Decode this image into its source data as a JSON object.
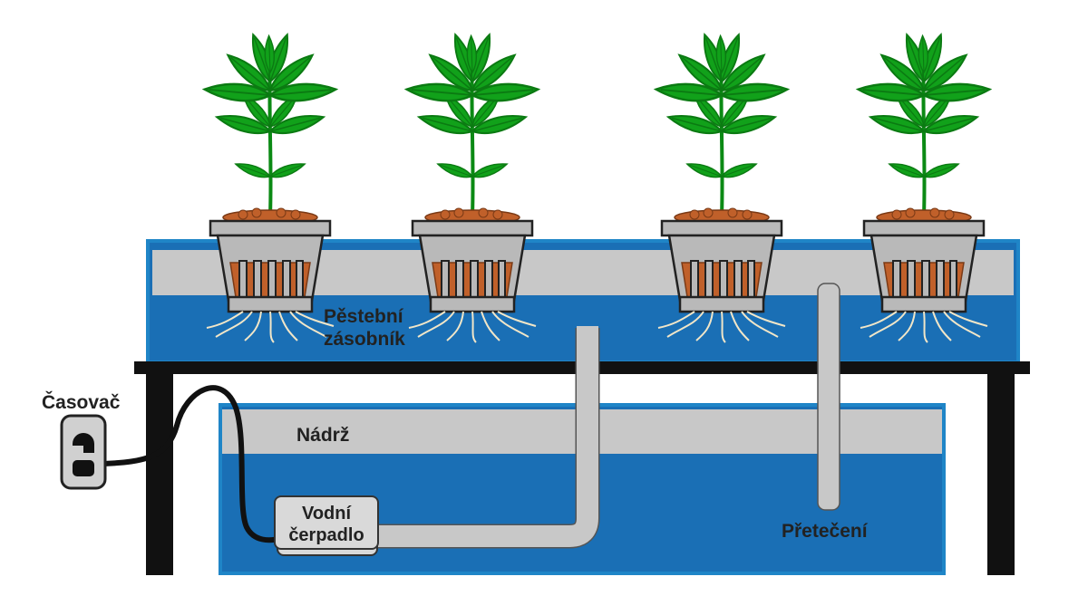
{
  "diagram": {
    "labels": {
      "grow_tray": [
        "Pěstební",
        "zásobník"
      ],
      "reservoir": "Nádrž",
      "timer": "Časovač",
      "pump": [
        "Vodní",
        "čerpadlo"
      ],
      "overflow": "Přetečení"
    },
    "plant_count": 4,
    "colors": {
      "water": "#1a6fb5",
      "water_border": "#1f85c7",
      "air_gap": "#c8c8c8",
      "pipe": "#c8c8c8",
      "table": "#111111",
      "leaf": "#11a11a",
      "leaf_dark": "#0b7a12",
      "pot": "#b9b9b9",
      "clay": "#c0602a",
      "roots": "#f1e6c8",
      "timer_body": "#d0d0d0",
      "cable": "#111111"
    },
    "icons": [
      "plant-icon",
      "net-pot-icon",
      "timer-outlet-icon",
      "pump-icon"
    ]
  }
}
